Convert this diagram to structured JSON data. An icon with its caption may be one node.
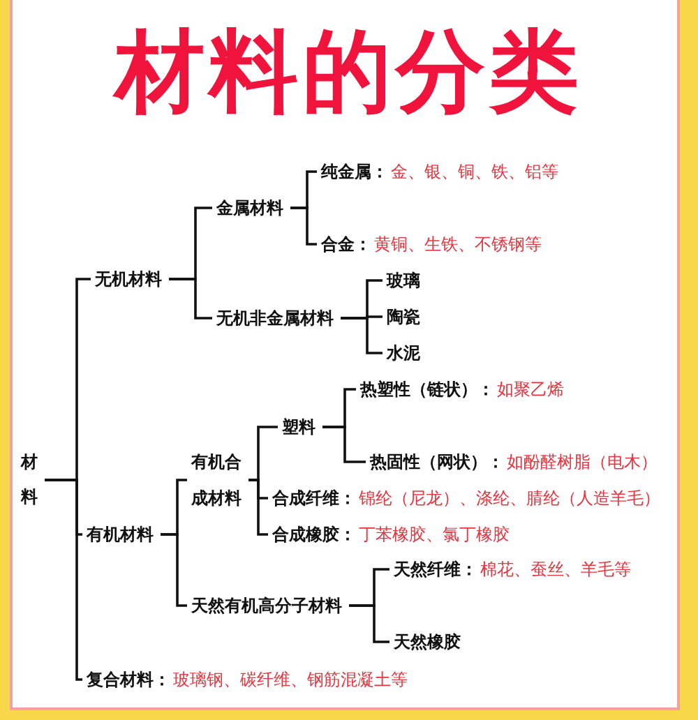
{
  "diagram": {
    "title": "材料的分类",
    "nodes": [
      {
        "text": [
          "材料"
        ]
      },
      {
        "text": [
          "无机材料"
        ]
      },
      {
        "text": [
          "金属材料"
        ]
      },
      {
        "text": [
          "纯金属："
        ],
        "beside": [
          "金、银、铜、铁、铝等"
        ]
      },
      {
        "text": [
          "合金："
        ],
        "beside": [
          "黄铜、生铁、不锈钢等"
        ]
      },
      {
        "text": [
          "无机非金属材料"
        ]
      },
      {
        "text": [
          "玻璃"
        ]
      },
      {
        "text": [
          "陶瓷"
        ]
      },
      {
        "text": [
          "水泥"
        ]
      },
      {
        "text": [
          "有机材料"
        ]
      },
      {
        "text": [
          "有机合成材料"
        ]
      },
      {
        "text": [
          "塑料"
        ]
      },
      {
        "text": [
          "热塑性（链状）："
        ],
        "beside": [
          "如聚乙烯"
        ]
      },
      {
        "text": [
          "热固性（网状）："
        ],
        "beside": [
          "如酚醛树脂（电木）"
        ]
      },
      {
        "text": [
          "合成纤维："
        ],
        "beside": [
          "锦纶（尼龙）、涤纶、腈纶（人造羊毛）"
        ]
      },
      {
        "text": [
          "合成橡胶："
        ],
        "beside": [
          "丁苯橡胶、氯丁橡胶"
        ]
      },
      {
        "text": [
          "天然有机高分子材料"
        ]
      },
      {
        "text": [
          "天然纤维："
        ],
        "beside": [
          "棉花、蚕丝、羊毛等"
        ]
      },
      {
        "text": [
          "天然橡胶"
        ]
      },
      {
        "text": [
          "复合材料："
        ],
        "beside": [
          "玻璃钢、碳纤维、钢筋混凝土等"
        ]
      }
    ],
    "edges": [
      {
        "from": 0,
        "to": 1,
        "arrow": "none"
      },
      {
        "from": 0,
        "to": 9,
        "arrow": "none"
      },
      {
        "from": 0,
        "to": 19,
        "arrow": "none"
      },
      {
        "from": 1,
        "to": 2,
        "arrow": "none"
      },
      {
        "from": 1,
        "to": 5,
        "arrow": "none"
      },
      {
        "from": 2,
        "to": 3,
        "arrow": "none"
      },
      {
        "from": 2,
        "to": 4,
        "arrow": "none"
      },
      {
        "from": 5,
        "to": 6,
        "arrow": "none"
      },
      {
        "from": 5,
        "to": 7,
        "arrow": "none"
      },
      {
        "from": 5,
        "to": 8,
        "arrow": "none"
      },
      {
        "from": 9,
        "to": 10,
        "arrow": "none"
      },
      {
        "from": 9,
        "to": 16,
        "arrow": "none"
      },
      {
        "from": 10,
        "to": 11,
        "arrow": "none"
      },
      {
        "from": 10,
        "to": 14,
        "arrow": "none"
      },
      {
        "from": 10,
        "to": 15,
        "arrow": "none"
      },
      {
        "from": 11,
        "to": 12,
        "arrow": "none"
      },
      {
        "from": 11,
        "to": 13,
        "arrow": "none"
      },
      {
        "from": 16,
        "to": 17,
        "arrow": "none"
      },
      {
        "from": 16,
        "to": 18,
        "arrow": "none"
      }
    ]
  }
}
